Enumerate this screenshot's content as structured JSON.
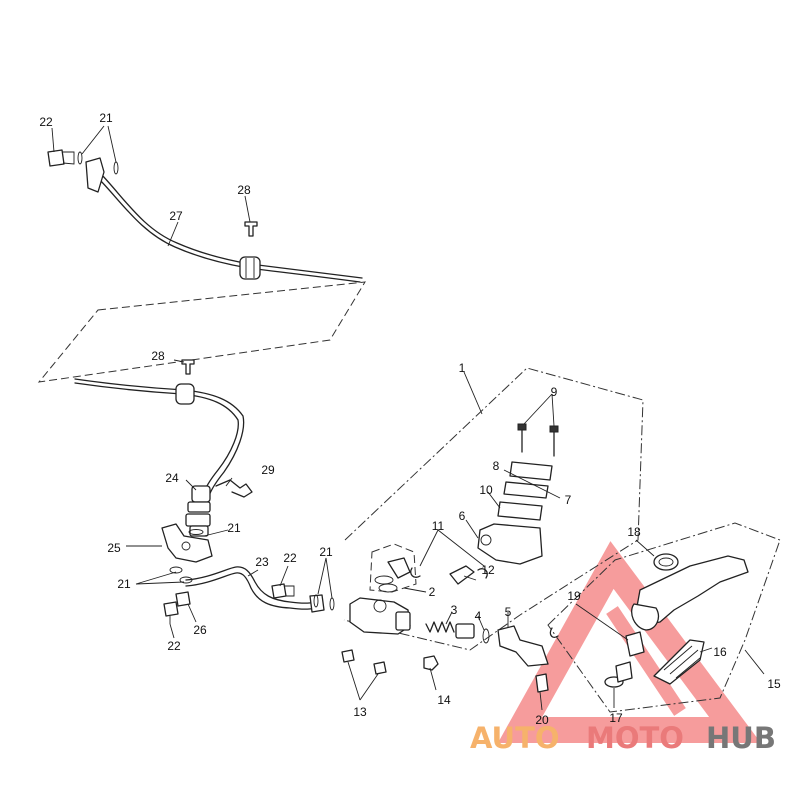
{
  "callouts": {
    "c1": "1",
    "c2": "2",
    "c3": "3",
    "c4": "4",
    "c5": "5",
    "c6": "6",
    "c7": "7",
    "c8": "8",
    "c9": "9",
    "c10": "10",
    "c11": "11",
    "c12": "12",
    "c13": "13",
    "c14": "14",
    "c15": "15",
    "c16": "16",
    "c17": "17",
    "c18": "18",
    "c19": "19",
    "c20": "20",
    "c21": "21",
    "c22": "22",
    "c23": "23",
    "c24": "24",
    "c25": "25",
    "c26": "26",
    "c27": "27",
    "c28": "28",
    "c29": "29"
  },
  "watermark": {
    "auto": "AUTO",
    "moto": "MOTO",
    "hub": "HUB",
    "colors": {
      "triangle": "#ef4b4b",
      "auto": "#f6b26b",
      "moto": "#ea7a7a",
      "hub": "#777777"
    }
  }
}
